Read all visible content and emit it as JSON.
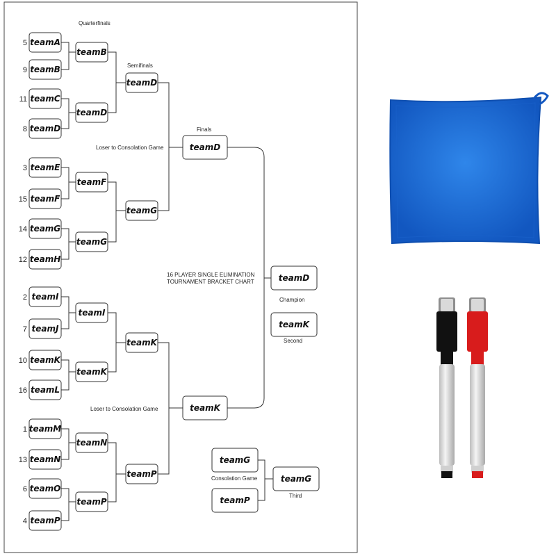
{
  "bracket": {
    "labels": {
      "quarterfinals": "Quarterfinals",
      "semifinals": "Semifinals",
      "finals": "Finals",
      "loser_top": "Loser to Consolation Game",
      "loser_bottom": "Loser to Consolation Game",
      "title_line1": "16 PLAYER SINGLE ELIMINATION",
      "title_line2": "TOURNAMENT BRACKET CHART",
      "champion": "Champion",
      "second": "Second",
      "consolation": "Consolation Game",
      "third": "Third"
    },
    "round1": [
      {
        "seed": "5",
        "team": "teamA"
      },
      {
        "seed": "9",
        "team": "teamB"
      },
      {
        "seed": "11",
        "team": "teamC"
      },
      {
        "seed": "8",
        "team": "teamD"
      },
      {
        "seed": "3",
        "team": "teamE"
      },
      {
        "seed": "15",
        "team": "teamF"
      },
      {
        "seed": "14",
        "team": "teamG"
      },
      {
        "seed": "12",
        "team": "teamH"
      },
      {
        "seed": "2",
        "team": "teamI"
      },
      {
        "seed": "7",
        "team": "teamJ"
      },
      {
        "seed": "10",
        "team": "teamK"
      },
      {
        "seed": "16",
        "team": "teamL"
      },
      {
        "seed": "1",
        "team": "teamM"
      },
      {
        "seed": "13",
        "team": "teamN"
      },
      {
        "seed": "6",
        "team": "teamO"
      },
      {
        "seed": "4",
        "team": "teamP"
      }
    ],
    "quarterfinals": [
      "teamB",
      "teamD",
      "teamF",
      "teamG",
      "teamI",
      "teamK",
      "teamN",
      "teamP"
    ],
    "semifinals": [
      "teamD",
      "teamG",
      "teamK",
      "teamP"
    ],
    "finals": [
      "teamD",
      "teamK"
    ],
    "champion": "teamD",
    "second": "teamK",
    "consolation": [
      "teamG",
      "teamP"
    ],
    "third": "teamG"
  },
  "colors": {
    "towel": "#1f6fd6",
    "towel_dark": "#0f4fb0",
    "marker_black": "#111111",
    "marker_red": "#d81c1c",
    "marker_body": "#e6e6e6"
  }
}
